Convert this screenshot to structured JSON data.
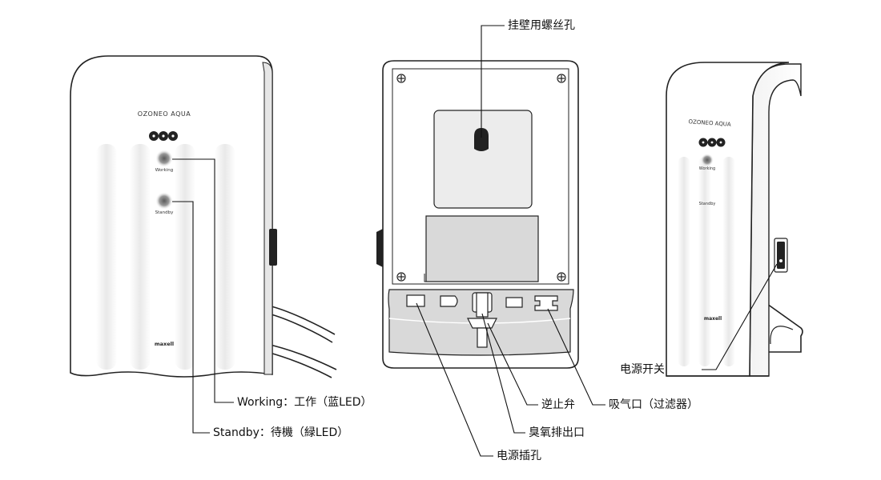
{
  "front_unit": {
    "brand_text": "OZONEO AQUA",
    "working_indicator": "Working",
    "standby_indicator": "Standby",
    "maker_logo": "maxell"
  },
  "side_unit": {
    "brand_text": "OZONEO AQUA",
    "working_indicator": "Working",
    "standby_indicator": "Standby",
    "maker_logo": "maxell"
  },
  "callouts": {
    "wall_hole": "挂壁用螺丝孔",
    "working": "Working：工作（蓝LED）",
    "standby": "Standby：待機（緑LED）",
    "check_valve": "逆止弁",
    "intake": "吸气口（过滤器）",
    "ozone_outlet": "臭氧排出口",
    "power_jack": "电源插孔",
    "power_switch": "电源开关"
  },
  "colors": {
    "outline": "#222222",
    "panel_shade": "#d9d9d9",
    "leader": "#111111",
    "indicator_glow": "#777777"
  }
}
